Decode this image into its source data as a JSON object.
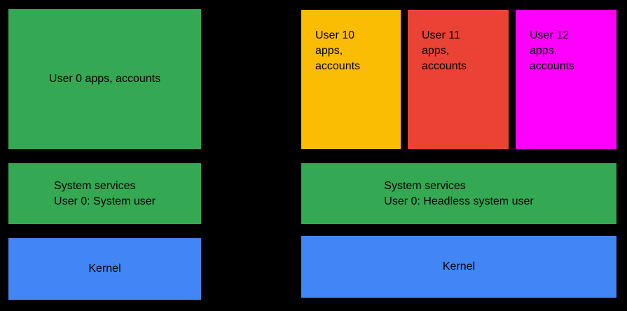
{
  "colors": {
    "background": "#000000",
    "green": "#34a853",
    "blue": "#4285f4",
    "yellow": "#fbbc04",
    "red": "#ea4335",
    "magenta": "#ff00ff",
    "text": "#000000"
  },
  "left_stack": {
    "user_apps_block": {
      "label": "User 0 apps, accounts",
      "color": "#34a853"
    },
    "system_services_block": {
      "lines": [
        "System services",
        "User 0: System user"
      ],
      "color": "#34a853"
    },
    "kernel_block": {
      "label": "Kernel",
      "color": "#4285f4"
    }
  },
  "right_stack": {
    "user_blocks": [
      {
        "label": "User 10 apps, accounts",
        "color": "#fbbc04"
      },
      {
        "label": "User 11 apps, accounts",
        "color": "#ea4335"
      },
      {
        "label": "User 12 apps, accounts",
        "color": "#ff00ff"
      }
    ],
    "system_services_block": {
      "lines": [
        "System services",
        "User 0: Headless system user"
      ],
      "color": "#34a853"
    },
    "kernel_block": {
      "label": "Kernel",
      "color": "#4285f4"
    }
  }
}
